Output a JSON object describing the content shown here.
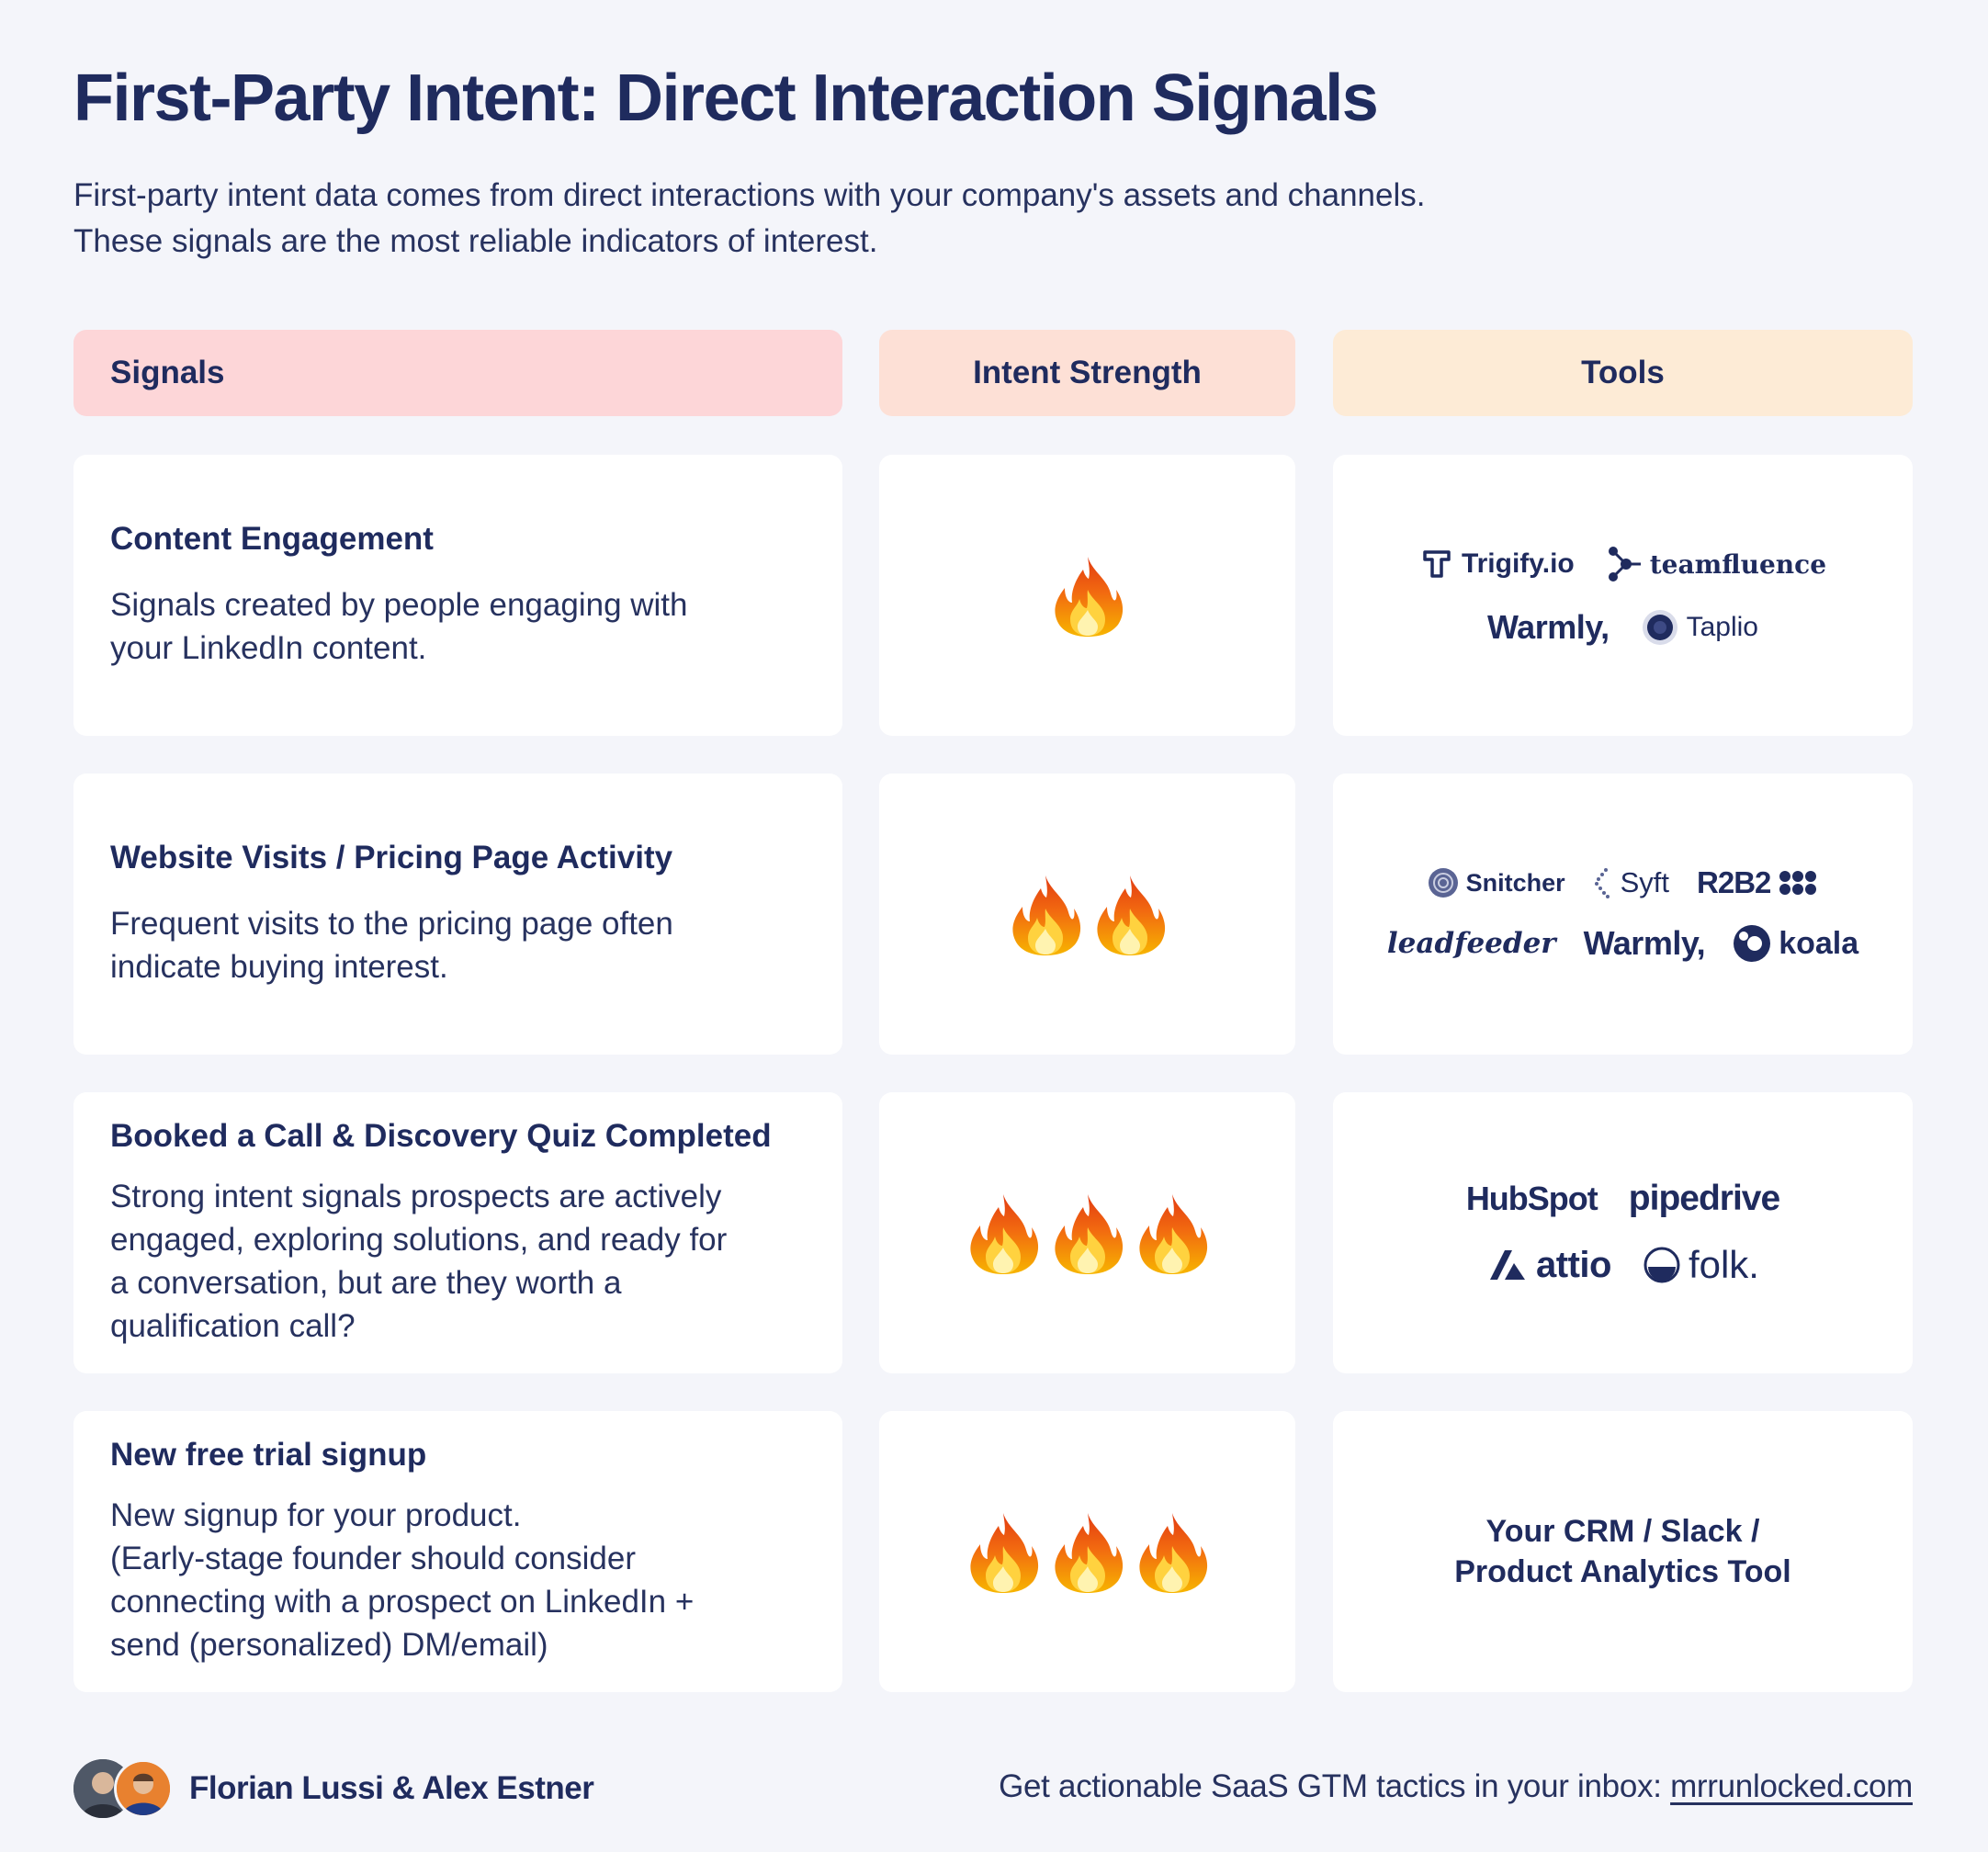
{
  "title": "First-Party Intent: Direct Interaction Signals",
  "subtitle": {
    "line1": "First-party intent data comes from direct interactions with your company's assets and channels.",
    "line2": "These signals are the most reliable indicators of interest."
  },
  "headers": {
    "signals": "Signals",
    "strength": "Intent Strength",
    "tools": "Tools"
  },
  "rows": [
    {
      "title": "Content Engagement",
      "desc": [
        "Signals created by people engaging with",
        "your LinkedIn content."
      ],
      "strength": 1,
      "tools": [
        [
          "Trigify.io",
          "teamfluence"
        ],
        [
          "Warmly,",
          "Taplio"
        ]
      ]
    },
    {
      "title": "Website Visits / Pricing Page Activity",
      "desc": [
        "Frequent visits to the pricing page often",
        "indicate buying interest."
      ],
      "strength": 2,
      "tools": [
        [
          "Snitcher",
          "Syft",
          "R2B2"
        ],
        [
          "leadfeeder",
          "Warmly,",
          "koala"
        ]
      ]
    },
    {
      "title": "Booked a Call & Discovery Quiz Completed",
      "desc": [
        "Strong intent signals prospects are actively",
        "engaged, exploring solutions, and ready for",
        "a conversation, but are they worth a",
        "qualification call?"
      ],
      "strength": 3,
      "tools": [
        [
          "HubSpot",
          "pipedrive"
        ],
        [
          "attio",
          "folk."
        ]
      ]
    },
    {
      "title": "New free trial signup",
      "desc": [
        "New signup for your product.",
        "(Early-stage founder should consider",
        "connecting with a prospect on LinkedIn +",
        "send (personalized) DM/email)"
      ],
      "strength": 3,
      "tools_text": [
        "Your CRM / Slack /",
        "Product Analytics Tool"
      ]
    }
  ],
  "footer": {
    "authors": "Florian Lussi & Alex Estner",
    "cta": "Get actionable SaaS GTM tactics in your inbox:",
    "link": "mrrunlocked.com"
  },
  "colors": {
    "text": "#1f2b5e",
    "background": "#f4f5fa",
    "header_signals": "#fdd6d8",
    "header_strength": "#fde0d6",
    "header_tools": "#fdebd6"
  }
}
